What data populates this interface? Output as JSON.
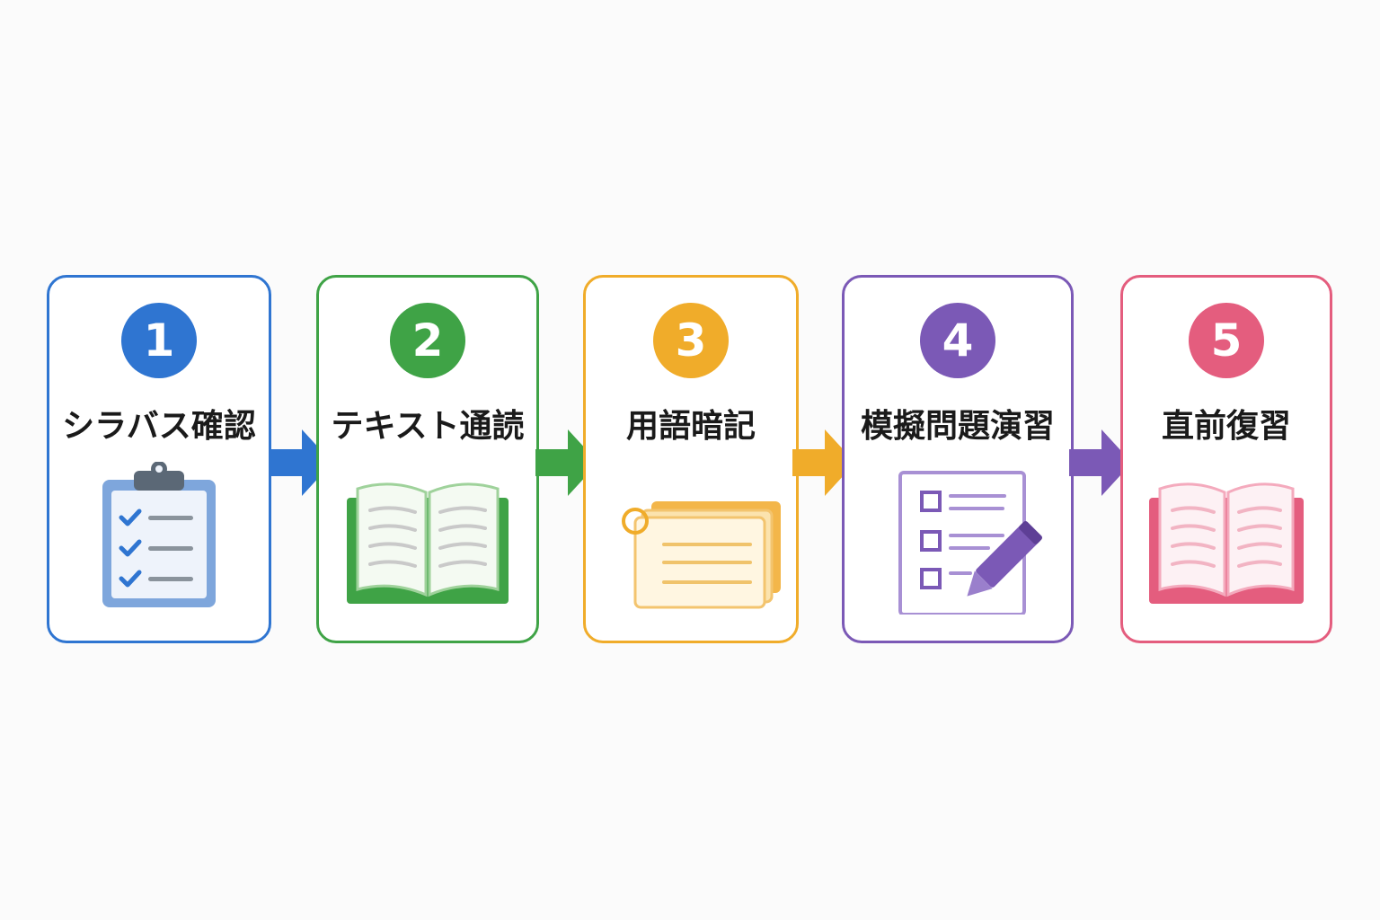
{
  "steps": [
    {
      "number": "1",
      "title": "シラバス確認",
      "icon": "clipboard-checklist-icon",
      "color": "#2f75d1"
    },
    {
      "number": "2",
      "title": "テキスト通読",
      "icon": "open-book-icon",
      "color": "#3fa346"
    },
    {
      "number": "3",
      "title": "用語暗記",
      "icon": "flashcards-icon",
      "color": "#f0ac2a"
    },
    {
      "number": "4",
      "title": "模擬問題演習",
      "icon": "test-sheet-pencil-icon",
      "color": "#7b59b6"
    },
    {
      "number": "5",
      "title": "直前復習",
      "icon": "open-book-icon",
      "color": "#e45d7e"
    }
  ]
}
